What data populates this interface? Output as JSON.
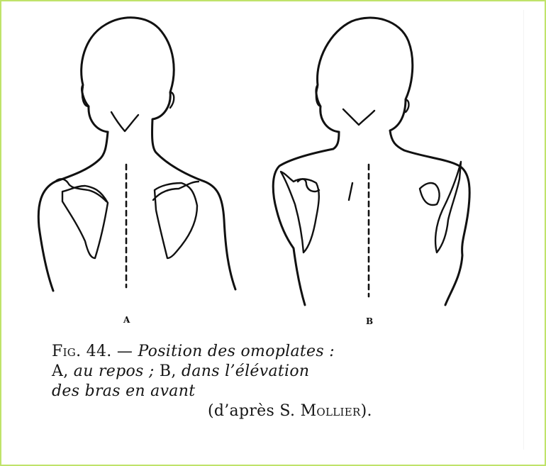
{
  "figure": {
    "label_a": "A",
    "label_b": "B"
  },
  "caption": {
    "fig_prefix": "Fig. 44. —",
    "title": "Position des omoplates :",
    "part_a_letter": "A,",
    "part_a_text": "au repos ;",
    "part_b_letter": "B,",
    "part_b_text": "dans l’élévation",
    "line3": "des bras en avant",
    "credit_open": "(d’après S.",
    "credit_name": "Mollier",
    "credit_close": ")."
  }
}
